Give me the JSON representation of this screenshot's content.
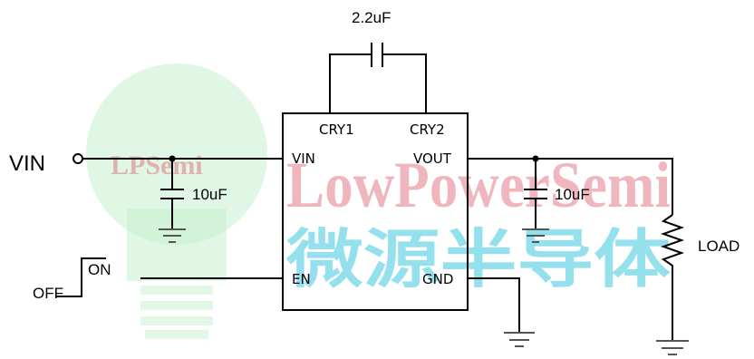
{
  "input_label": "VIN",
  "flying_cap": "2.2uF",
  "input_cap": "10uF",
  "output_cap": "10uF",
  "load_label": "LOAD",
  "switch": {
    "off_label": "OFF",
    "on_label": "ON"
  },
  "chip_pins": {
    "cry1": "CRY1",
    "cry2": "CRY2",
    "vin": "VIN",
    "vout": "VOUT",
    "en": "EN",
    "gnd": "GND"
  },
  "watermark": {
    "small": "LPSemi",
    "large": "LowPowerSemi",
    "cjk": "微源半导体"
  }
}
